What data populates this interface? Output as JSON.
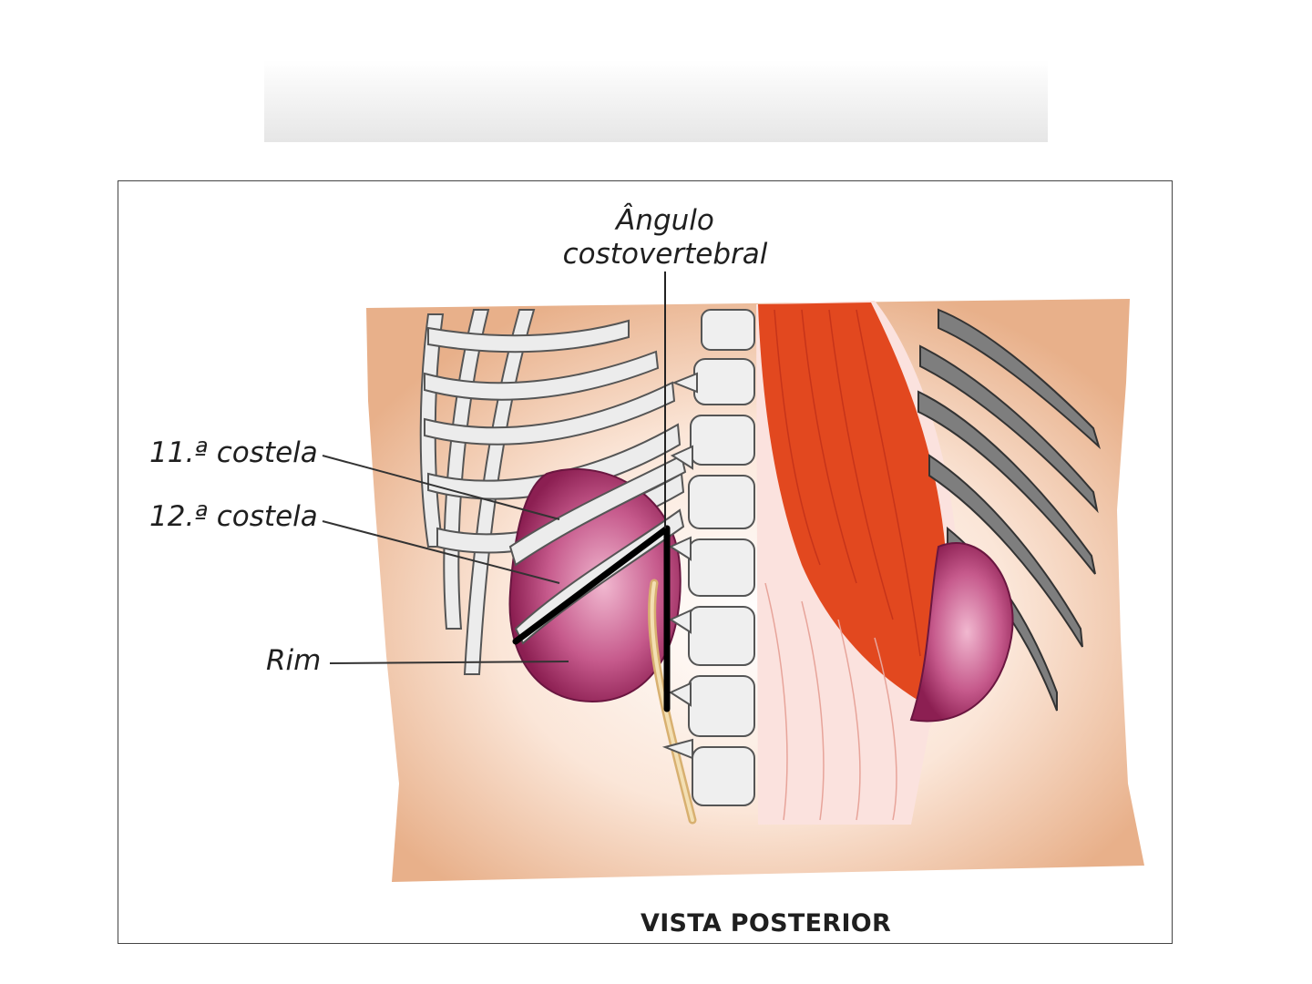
{
  "figure": {
    "labels": {
      "angle": "Ângulo\ncostovertebral",
      "rib11": "11.ª costela",
      "rib12": "12.ª costela",
      "kidney": "Rim"
    },
    "caption": "VISTA POSTERIOR"
  },
  "colors": {
    "skin": "#e8b08a",
    "muscle": "#e2481f",
    "kidney": "#a8346a",
    "bone": "#e8e8e8",
    "ureter": "#e2c48a"
  }
}
